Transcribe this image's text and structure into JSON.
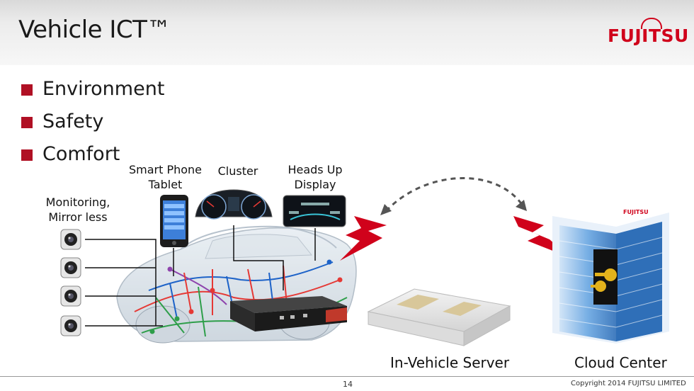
{
  "slide": {
    "title": "Vehicle ICT™",
    "logo_text": "FUJITSU",
    "bullets": [
      "Environment",
      "Safety",
      "Comfort"
    ],
    "page_number": "14",
    "copyright": "Copyright 2014 FUJITSU LIMITED"
  },
  "diagram": {
    "labels": {
      "monitoring": [
        "Monitoring,",
        "Mirror less"
      ],
      "smartphone": [
        "Smart Phone",
        "Tablet"
      ],
      "cluster": "Cluster",
      "hud": [
        "Heads Up",
        "Display"
      ],
      "in_vehicle_server": "In-Vehicle Server",
      "cloud_center": "Cloud Center"
    },
    "icons": {
      "camera": "camera-icon",
      "phone": "smartphone-icon",
      "cluster": "instrument-cluster-icon",
      "hud": "heads-up-display-icon",
      "server": "server-box-icon",
      "building": "datacenter-building-icon",
      "key": "key-icon",
      "lightning": "wireless-lightning-icon"
    },
    "colors": {
      "accent": "#b01024",
      "lightning": "#d0021b",
      "wire_red": "#e53935",
      "wire_blue": "#1e63c8",
      "wire_green": "#2e9e4a",
      "wire_purple": "#8e44ad"
    }
  }
}
